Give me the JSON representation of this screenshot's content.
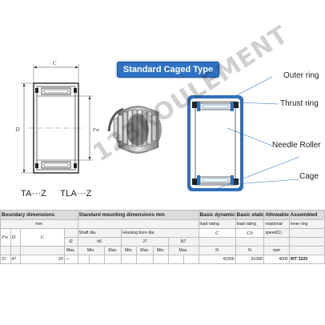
{
  "drawing": {
    "dim_c": "C",
    "dim_d": "D",
    "dim_fw": "Fw",
    "series": [
      "TA···Z",
      "TLA···Z"
    ]
  },
  "header": {
    "title": "Standard Caged Type"
  },
  "callouts": {
    "outer_ring": "Outer ring",
    "thrust_ring": "Thrust ring",
    "needle_roller": "Needle Roller",
    "cage": "Cage"
  },
  "watermark": "123ROULEMENT",
  "colors": {
    "header_blue": "#2f72c4",
    "section_blue": "#2f6fb9"
  },
  "table": {
    "group_headers": {
      "boundary": "Boundary dimensions",
      "mounting": "Standard mounting dimensions  mm",
      "basic_dynamic": "Basic dynamic",
      "basic_static": "Basic static",
      "allowable": "Allowable",
      "assembled": "Assembled"
    },
    "row2": {
      "mm": "mm",
      "load_rating_dyn": "load rating",
      "load_rating_stat": "load rating",
      "rotational": "rotational",
      "inner_ring": "inner ring"
    },
    "row3": {
      "fw": "Fw",
      "d": "D",
      "c": "C",
      "shaft_dia": "Shaft dia.",
      "housing_dia": "Housing bore dia.",
      "c_dyn": "C",
      "c0": "C0",
      "speed": "speed(1)"
    },
    "row4": {
      "t2": "t2",
      "h6": "h6",
      "j7": "J7",
      "n7": "N7"
    },
    "row5": {
      "max1": "Max.",
      "min1": "Min.",
      "max2": "Max.",
      "min2": "Min.",
      "max3": "Max.",
      "min3": "Min.",
      "max4": "Max.",
      "n1": "N",
      "n2": "N",
      "rpm": "rpm"
    },
    "data_row": {
      "fw": "37",
      "d": "47",
      "c": "20",
      "t2": "—",
      "dynamic": "43300",
      "static": "81300",
      "speed": "4000",
      "inner_ring": "IRT 3220"
    }
  }
}
